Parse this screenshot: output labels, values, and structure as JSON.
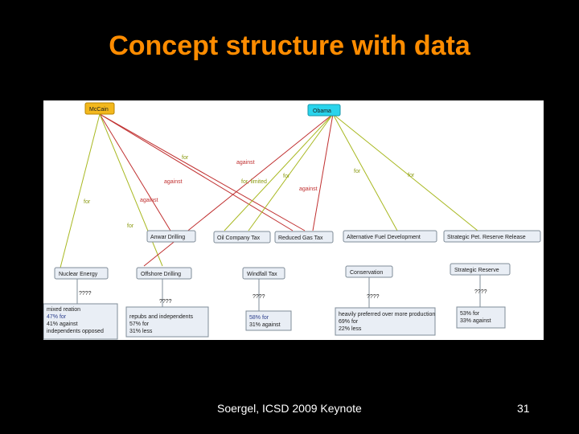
{
  "title": "Concept structure with data",
  "colors": {
    "title": "#ff8c00",
    "support_edge": "#a8b820",
    "oppose_edge": "#c03030",
    "mccain_node": "#f3b81c",
    "obama_node": "#29d4ec"
  },
  "candidates": {
    "mccain": "McCain",
    "obama": "Obama"
  },
  "positions": {
    "anwar": "Anwar Drilling",
    "oil_tax": "Oil Company Tax",
    "gas_tax": "Reduced Gas Tax",
    "alt_fuel": "Alternative Fuel Development",
    "spr_release": "Strategic Pet. Reserve Release"
  },
  "issues": {
    "nuclear": "Nuclear Energy",
    "offshore": "Offshore Drilling",
    "windfall": "Windfall Tax",
    "conservation": "Conservation",
    "reserve": "Strategic Reserve"
  },
  "edge_labels": {
    "mccain_for_1": "for",
    "mccain_against_1": "against",
    "mccain_against_2": "against",
    "mccain_for_2": "for",
    "mccain_for_3": "for",
    "obama_against_1": "against",
    "obama_for_limited": "for, limited",
    "obama_for_1": "for",
    "obama_against_2": "against",
    "obama_for_2": "for",
    "obama_for_3": "for"
  },
  "unknown_marker": "????",
  "notes": {
    "nuclear": [
      "mixed reation",
      "47% for",
      "41% against",
      "independents opposed"
    ],
    "offshore": [
      "repubs and independents",
      "57% for",
      "31% less"
    ],
    "windfall": [
      "58% for",
      "31% against"
    ],
    "conservation": [
      "heavily preferred over more production",
      "69% for",
      "22% less"
    ],
    "reserve": [
      "53% for",
      "33% against"
    ]
  },
  "footer": {
    "credit": "Soergel, ICSD 2009 Keynote",
    "page": "31"
  }
}
